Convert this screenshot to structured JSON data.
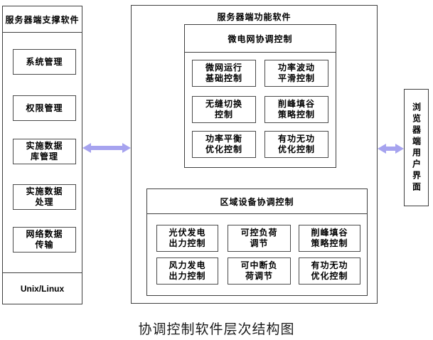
{
  "palette": {
    "border_dark": "#3f3f3f",
    "border_box": "#4a4a4a",
    "arrow": "#a6a3ef",
    "background": "#ffffff",
    "text": "#000000"
  },
  "left_panel": {
    "title": "服务器端支撑软件",
    "modules": [
      "系统管理",
      "权限管理",
      "实施数据\n库管理",
      "实施数据\n处理",
      "网络数据\n传输"
    ],
    "os_label": "Unix/Linux"
  },
  "middle_panel": {
    "title": "服务器端功能软件",
    "groups": [
      {
        "title": "微电网协调控制",
        "modules": [
          "微网运行\n基础控制",
          "功率波动\n平滑控制",
          "无缝切换\n控制",
          "削峰填谷\n策略控制",
          "功率平衡\n优化控制",
          "有功无功\n优化控制"
        ]
      },
      {
        "title": "区域设备协调控制",
        "modules": [
          "光伏发电\n出力控制",
          "可控负荷\n调节",
          "削峰填谷\n策略控制",
          "风力发电\n出力控制",
          "可中断负\n荷调节",
          "有功无功\n优化控制"
        ]
      }
    ]
  },
  "right_panel": {
    "title": "浏览器端用户界面"
  },
  "icons": {
    "left_link": "bidirectional-arrow",
    "right_link": "bidirectional-arrow"
  },
  "caption": "协调控制软件层次结构图"
}
